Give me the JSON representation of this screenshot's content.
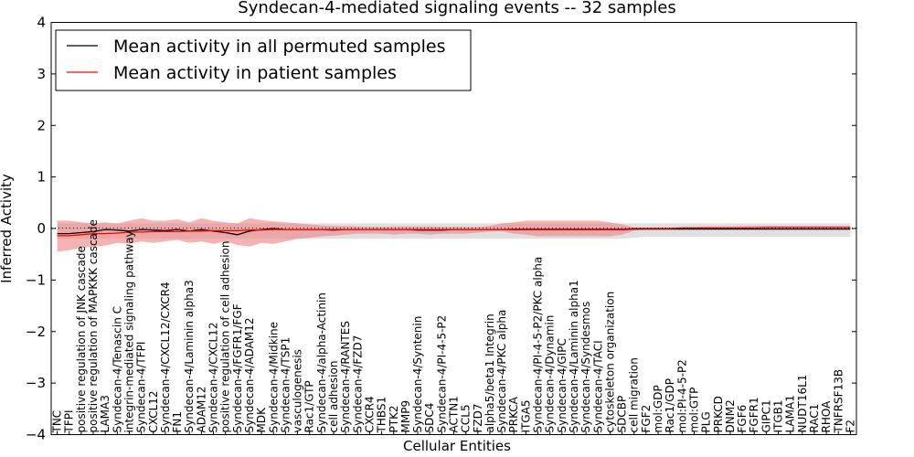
{
  "chart_data": {
    "type": "line",
    "title": "Syndecan-4-mediated signaling events -- 32 samples",
    "xlabel": "Cellular Entities",
    "ylabel": "Inferred Activity",
    "ylim": [
      -4,
      4
    ],
    "yticks": [
      -4,
      -3,
      -2,
      -1,
      0,
      1,
      2,
      3,
      4
    ],
    "grid": false,
    "legend_position": "top-left",
    "categories": [
      "TNC",
      "TFPI",
      "positive regulation of JNK cascade",
      "positive regulation of MAPKKK cascade",
      "LAMA3",
      "Syndecan-4/Tenascin C",
      "integrin-mediated signaling pathway",
      "Syndecan-4/TFPI",
      "CXCL12",
      "Syndecan-4/CXCL12/CXCR4",
      "FN1",
      "Syndecan-4/Laminin alpha3",
      "ADAM12",
      "Syndecan-4/CXCL12",
      "positive regulation of cell adhesion",
      "Syndecan-4/FGFR1/FGF",
      "Syndecan-4/ADAM12",
      "MDK",
      "Syndecan-4/Midkine",
      "Syndecan-4/TSP1",
      "vasculogenesis",
      "Rac1/GTP",
      "Syndecan-4/alpha-Actinin",
      "cell adhesion",
      "Syndecan-4/RANTES",
      "Syndecan-4/FZD7",
      "CXCR4",
      "THBS1",
      "PTK2",
      "MMP9",
      "Syndecan-4/Syntenin",
      "SDC4",
      "Syndecan-4/PI-4-5-P2",
      "ACTN1",
      "CCL5",
      "FZD7",
      "alpha5/beta1 Integrin",
      "Syndecan-4/PKC alpha",
      "PRKCA",
      "ITGA5",
      "Syndecan-4/PI-4-5-P2/PKC alpha",
      "Syndecan-4/Dynamin",
      "Syndecan-4/GIPC",
      "Syndecan-4/Laminin alpha1",
      "Syndecan-4/Syndesmos",
      "Syndecan-4/TACI",
      "cytoskeleton organization",
      "SDCBP",
      "cell migration",
      "FGF2",
      "mol:GDP",
      "Rac1/GDP",
      "mol:PI-4-5-P2",
      "mol:GTP",
      "PLG",
      "PRKCD",
      "DNM2",
      "FGF6",
      "FGFR1",
      "GIPC1",
      "ITGB1",
      "LAMA1",
      "NUDT16L1",
      "RAC1",
      "RHOA",
      "TNFRSF13B",
      "F2"
    ],
    "series": [
      {
        "name": "Mean activity in all permuted samples",
        "color": "#000000",
        "values": [
          -0.1,
          -0.1,
          -0.08,
          -0.06,
          -0.02,
          -0.03,
          -0.05,
          -0.02,
          -0.03,
          -0.04,
          -0.02,
          -0.05,
          -0.02,
          -0.05,
          -0.08,
          -0.12,
          -0.05,
          -0.02,
          0,
          -0.02,
          -0.02,
          -0.02,
          -0.02,
          -0.03,
          -0.02,
          -0.02,
          -0.02,
          -0.02,
          -0.02,
          -0.02,
          -0.03,
          -0.03,
          -0.03,
          -0.02,
          -0.02,
          -0.02,
          -0.02,
          -0.02,
          -0.02,
          -0.02,
          -0.02,
          -0.02,
          -0.02,
          -0.02,
          -0.02,
          -0.02,
          -0.02,
          -0.02,
          -0.01,
          -0.01,
          -0.01,
          -0.01,
          -0.01,
          -0.01,
          -0.01,
          -0.01,
          -0.01,
          -0.01,
          -0.01,
          -0.01,
          -0.01,
          -0.01,
          -0.01,
          -0.01,
          -0.01,
          -0.01,
          -0.01
        ],
        "band": {
          "color": "#bbbbbb",
          "lower": [
            -0.2,
            -0.2,
            -0.2,
            -0.2,
            -0.2,
            -0.2,
            -0.2,
            -0.2,
            -0.2,
            -0.2,
            -0.2,
            -0.2,
            -0.2,
            -0.2,
            -0.2,
            -0.2,
            -0.2,
            -0.2,
            -0.2,
            -0.2,
            -0.2,
            -0.2,
            -0.2,
            -0.2,
            -0.2,
            -0.2,
            -0.2,
            -0.2,
            -0.2,
            -0.2,
            -0.2,
            -0.2,
            -0.2,
            -0.2,
            -0.2,
            -0.2,
            -0.2,
            -0.2,
            -0.2,
            -0.2,
            -0.2,
            -0.2,
            -0.2,
            -0.2,
            -0.2,
            -0.2,
            -0.2,
            -0.2,
            -0.18,
            -0.16,
            -0.16,
            -0.16,
            -0.16,
            -0.16,
            -0.16,
            -0.16,
            -0.16,
            -0.16,
            -0.16,
            -0.16,
            -0.16,
            -0.16,
            -0.16,
            -0.16,
            -0.16,
            -0.16,
            -0.16
          ],
          "upper": [
            0.1,
            0.1,
            0.1,
            0.1,
            0.1,
            0.1,
            0.1,
            0.1,
            0.1,
            0.1,
            0.1,
            0.1,
            0.1,
            0.1,
            0.1,
            0.1,
            0.1,
            0.1,
            0.1,
            0.1,
            0.1,
            0.1,
            0.1,
            0.1,
            0.1,
            0.1,
            0.1,
            0.1,
            0.1,
            0.1,
            0.1,
            0.1,
            0.1,
            0.1,
            0.1,
            0.1,
            0.1,
            0.1,
            0.1,
            0.1,
            0.1,
            0.1,
            0.1,
            0.1,
            0.1,
            0.1,
            0.1,
            0.1,
            0.1,
            0.1,
            0.1,
            0.1,
            0.1,
            0.1,
            0.1,
            0.1,
            0.1,
            0.1,
            0.1,
            0.1,
            0.1,
            0.1,
            0.1,
            0.1,
            0.1,
            0.1,
            0.1
          ]
        }
      },
      {
        "name": "Mean activity in patient samples",
        "color": "#ff0000",
        "values": [
          -0.14,
          -0.14,
          -0.12,
          -0.1,
          -0.1,
          -0.09,
          -0.07,
          -0.07,
          -0.06,
          -0.06,
          -0.06,
          -0.05,
          -0.05,
          -0.04,
          -0.04,
          -0.04,
          -0.03,
          -0.03,
          -0.02,
          -0.02,
          -0.02,
          -0.02,
          -0.02,
          -0.02,
          -0.02,
          -0.02,
          -0.02,
          -0.02,
          -0.02,
          -0.02,
          -0.02,
          -0.02,
          -0.02,
          -0.02,
          -0.02,
          -0.02,
          -0.02,
          -0.02,
          -0.01,
          -0.01,
          -0.01,
          -0.01,
          -0.01,
          -0.01,
          -0.01,
          -0.01,
          -0.01,
          -0.01,
          0,
          0,
          0,
          0,
          0.01,
          0.01,
          0.01,
          0.01,
          0.01,
          0.01,
          0.01,
          0.02,
          0.02,
          0.02,
          0.02,
          0.02,
          0.02,
          0.02,
          0.02
        ],
        "band": {
          "color": "#f08080",
          "lower": [
            -0.45,
            -0.42,
            -0.38,
            -0.35,
            -0.33,
            -0.28,
            -0.3,
            -0.25,
            -0.28,
            -0.25,
            -0.22,
            -0.28,
            -0.25,
            -0.3,
            -0.25,
            -0.32,
            -0.35,
            -0.28,
            -0.3,
            -0.25,
            -0.2,
            -0.18,
            -0.15,
            -0.14,
            -0.12,
            -0.1,
            -0.1,
            -0.1,
            -0.12,
            -0.1,
            -0.1,
            -0.12,
            -0.1,
            -0.1,
            -0.1,
            -0.08,
            -0.06,
            -0.05,
            -0.1,
            -0.12,
            -0.15,
            -0.15,
            -0.15,
            -0.15,
            -0.15,
            -0.15,
            -0.15,
            -0.12,
            -0.04,
            -0.02,
            -0.01,
            -0.01,
            0,
            0,
            0,
            0,
            0,
            0,
            0,
            0,
            0,
            0,
            0,
            0,
            0,
            0,
            0
          ],
          "upper": [
            0.15,
            0.15,
            0.12,
            0.1,
            0.12,
            0.1,
            0.15,
            0.2,
            0.15,
            0.15,
            0.18,
            0.12,
            0.2,
            0.15,
            0.12,
            0.1,
            0.2,
            0.16,
            0.14,
            0.12,
            0.1,
            0.08,
            0.06,
            0.05,
            0.05,
            0.04,
            0.03,
            0.03,
            0.04,
            0.04,
            0.04,
            0.04,
            0.03,
            0.03,
            0.03,
            0.03,
            0.05,
            0.1,
            0.12,
            0.15,
            0.15,
            0.15,
            0.15,
            0.15,
            0.15,
            0.15,
            0.12,
            0.08,
            0.02,
            0.02,
            0.02,
            0.02,
            0.03,
            0.03,
            0.04,
            0.04,
            0.04,
            0.05,
            0.05,
            0.05,
            0.05,
            0.05,
            0.05,
            0.05,
            0.05,
            0.05,
            0.05
          ]
        }
      }
    ]
  }
}
